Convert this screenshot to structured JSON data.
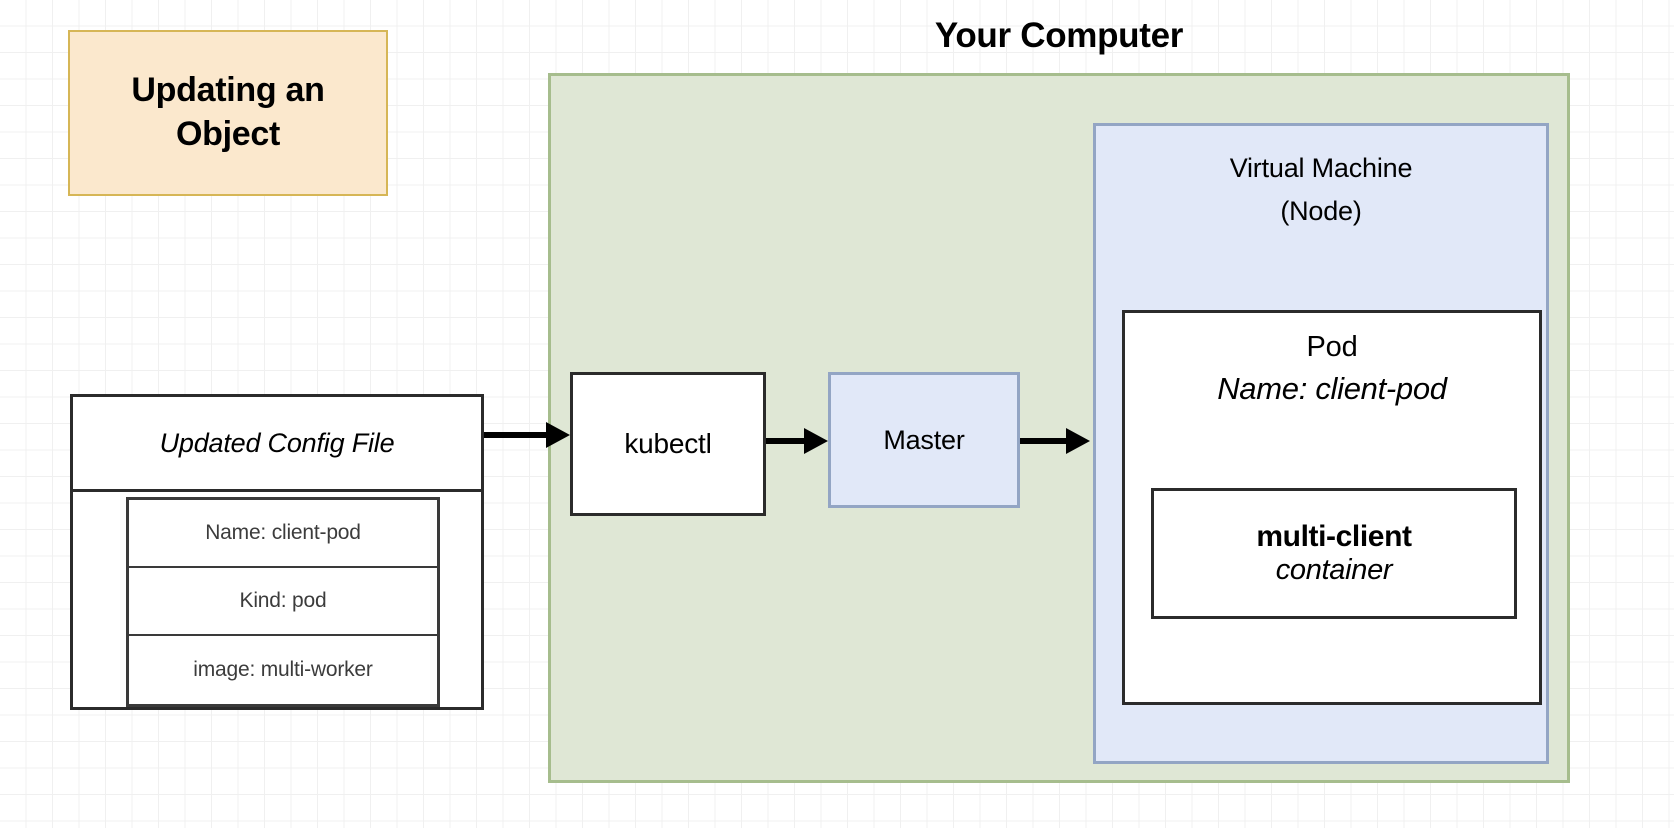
{
  "title_card": {
    "line1": "Updating an",
    "line2": "Object",
    "bg_color": "#fbe8cd",
    "border_color": "#d6b656"
  },
  "your_computer": {
    "title": "Your Computer",
    "bg_color": "#dfe7d5",
    "border_color": "#a6bd8d"
  },
  "config_file": {
    "title": "Updated Config File",
    "rows": [
      "Name: client-pod",
      "Kind: pod",
      "image: multi-worker"
    ]
  },
  "kubectl": {
    "label": "kubectl"
  },
  "master": {
    "label": "Master",
    "bg_color": "#e1e8f8",
    "border_color": "#93a5c4"
  },
  "virtual_machine": {
    "line1": "Virtual Machine",
    "line2": "(Node)",
    "bg_color": "#e1e8f8",
    "border_color": "#93a5c4"
  },
  "pod": {
    "title": "Pod",
    "name": "Name: client-pod",
    "container": {
      "name": "multi-client",
      "kind": "container"
    }
  },
  "arrows": [
    {
      "name": "config-to-kubectl",
      "from": "Updated Config File",
      "to": "kubectl"
    },
    {
      "name": "kubectl-to-master",
      "from": "kubectl",
      "to": "Master"
    },
    {
      "name": "master-to-pod",
      "from": "Master",
      "to": "Pod"
    }
  ]
}
